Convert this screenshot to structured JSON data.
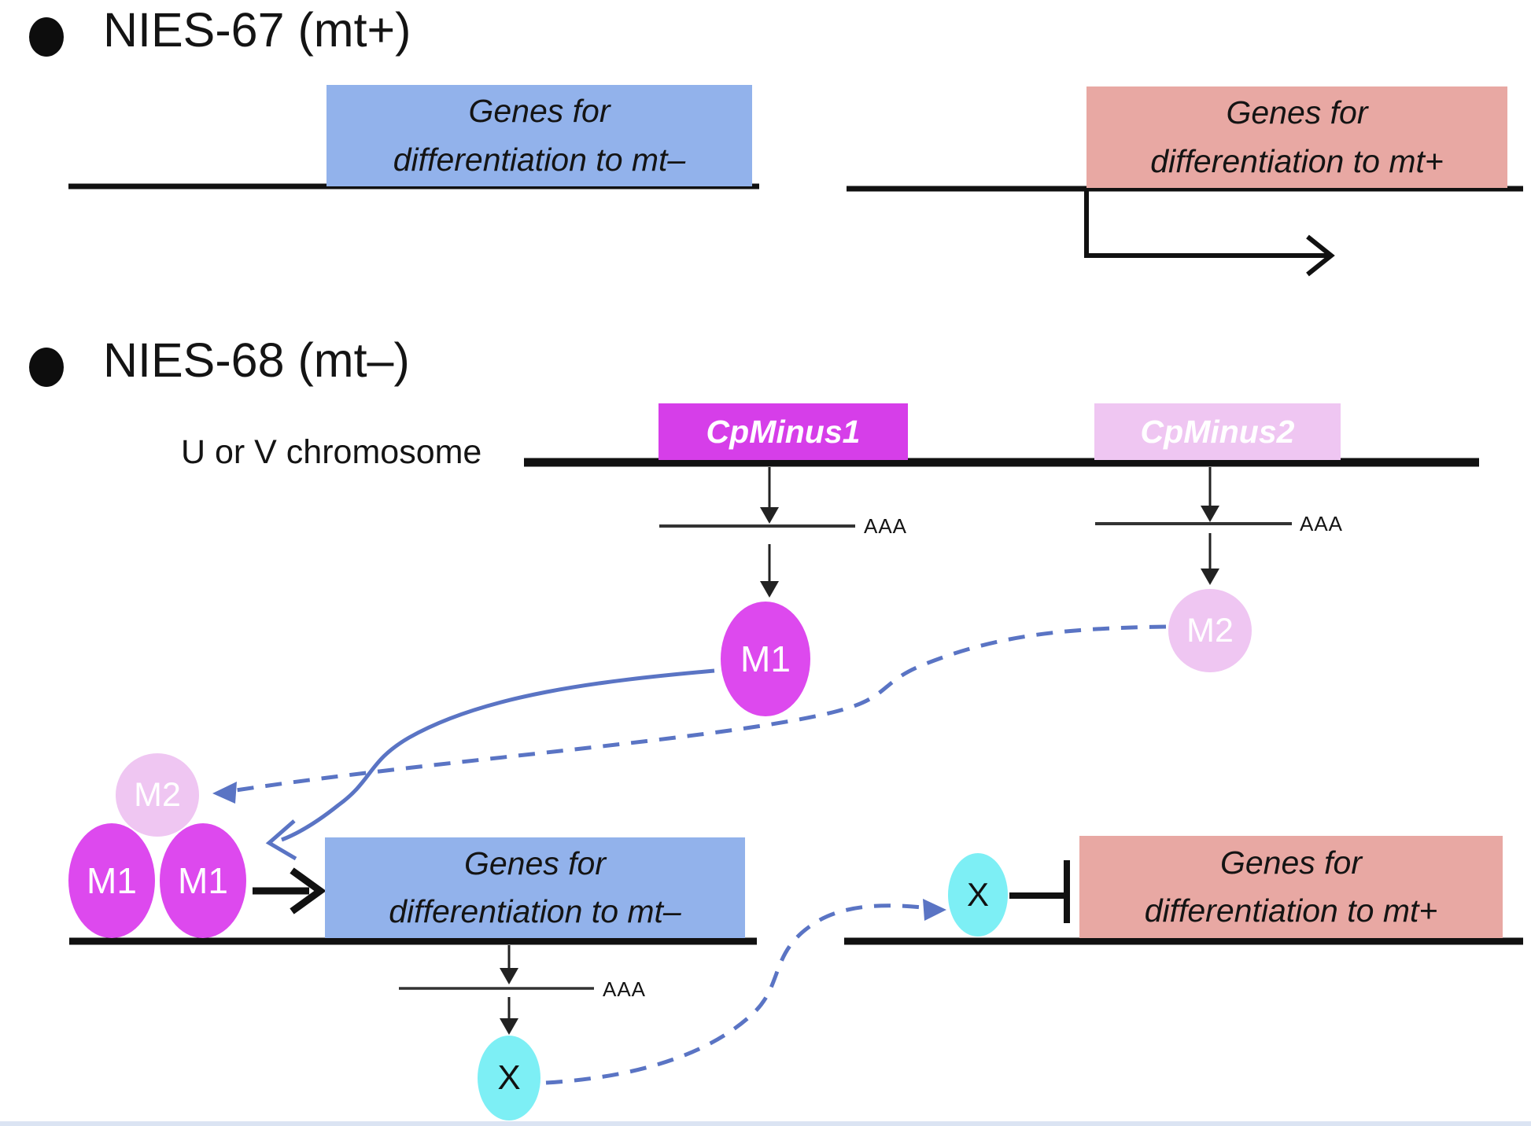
{
  "strain1": {
    "title": "NIES-67 (mt+)"
  },
  "strain2": {
    "title": "NIES-68 (mt–)"
  },
  "chromosome_label": "U or V chromosome",
  "gene_boxes": {
    "mt_minus": {
      "line1": "Genes for",
      "line2": "differentiation to mt–"
    },
    "mt_plus": {
      "line1": "Genes for",
      "line2": "differentiation to mt+"
    }
  },
  "genes": {
    "cpminus1": "CpMinus1",
    "cpminus2": "CpMinus2"
  },
  "proteins": {
    "m1": "M1",
    "m2": "M2",
    "x": "X"
  },
  "mrna_poly_a": "AAA",
  "colors": {
    "blue-box": "#92b2eb",
    "pink-box": "#e8a8a3",
    "magenta": "#d63ee9",
    "magenta-blob": "#dd49ee",
    "light-pink": "#efc6f2",
    "cyan": "#7deff5",
    "arrow-blue": "#5a74c4"
  }
}
